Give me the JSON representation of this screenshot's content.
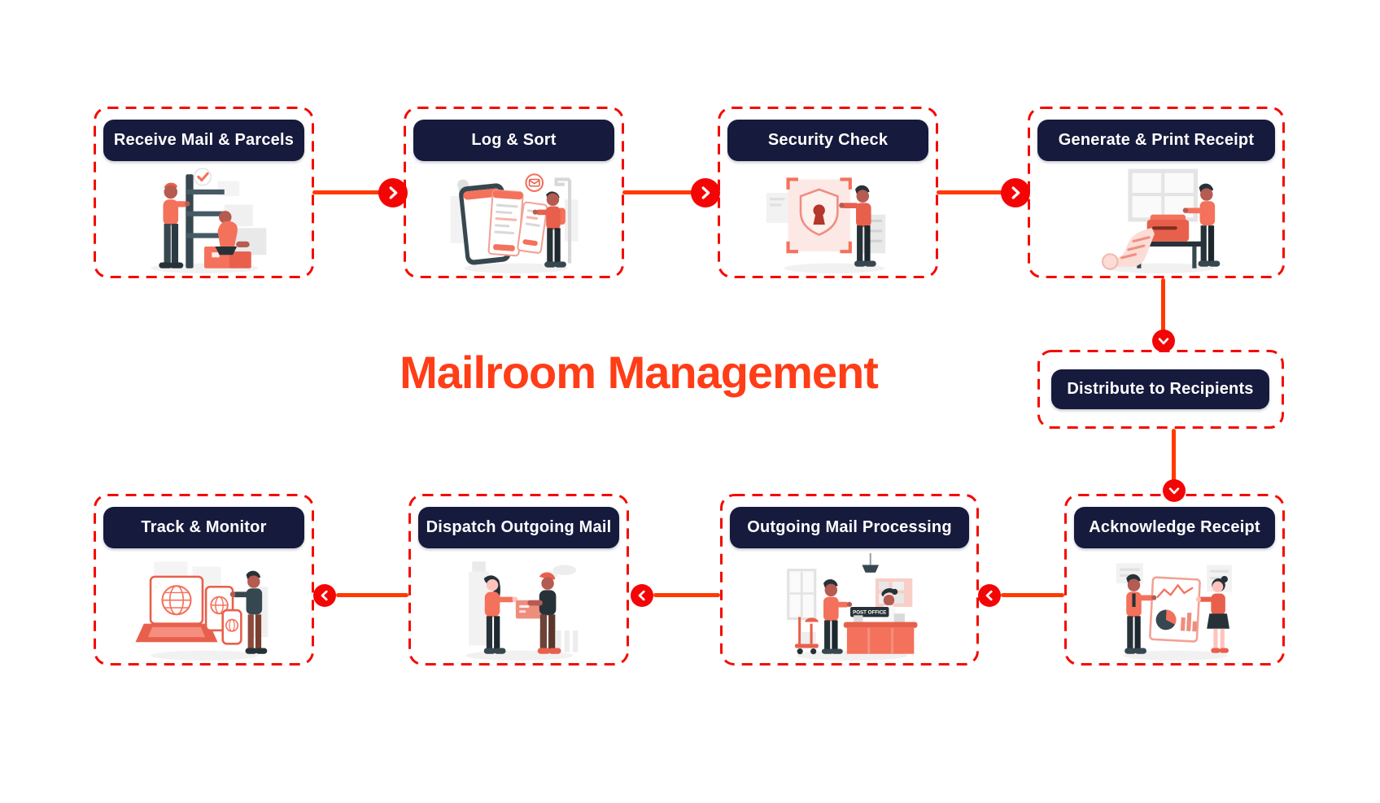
{
  "title": {
    "text": "Mailroom Management"
  },
  "colors": {
    "pill_bg": "#161A3C",
    "pill_text": "#FFFFFF",
    "dash_border": "#F40B00",
    "arrow_line": "#FF3A00",
    "arrow_circle": "#F40505",
    "title_color": "#FF3D17",
    "bg": "#FFFFFF"
  },
  "nodes": [
    {
      "id": "receive",
      "label": "Receive Mail & Parcels",
      "illustration": "workers-stacking-parcels-on-shelf"
    },
    {
      "id": "log-sort",
      "label": "Log & Sort",
      "illustration": "person-logging-receipts-on-phone"
    },
    {
      "id": "security",
      "label": "Security Check",
      "illustration": "man-pointing-at-security-shield-scan"
    },
    {
      "id": "generate",
      "label": "Generate & Print Receipt",
      "illustration": "person-printing-long-receipt"
    },
    {
      "id": "distribute",
      "label": "Distribute to Recipients",
      "illustration": null
    },
    {
      "id": "acknowledge",
      "label": "Acknowledge Receipt",
      "illustration": "two-people-presenting-report-charts"
    },
    {
      "id": "outgoing",
      "label": "Outgoing Mail Processing",
      "illustration": "post-office-counter-scene"
    },
    {
      "id": "dispatch",
      "label": "Dispatch Outgoing Mail",
      "illustration": "courier-handing-package"
    },
    {
      "id": "track",
      "label": "Track & Monitor",
      "illustration": "person-with-tracking-devices"
    }
  ],
  "edges": [
    {
      "from": "receive",
      "to": "log-sort",
      "direction": "right"
    },
    {
      "from": "log-sort",
      "to": "security",
      "direction": "right"
    },
    {
      "from": "security",
      "to": "generate",
      "direction": "right"
    },
    {
      "from": "generate",
      "to": "distribute",
      "direction": "down"
    },
    {
      "from": "distribute",
      "to": "acknowledge",
      "direction": "down"
    },
    {
      "from": "acknowledge",
      "to": "outgoing",
      "direction": "left"
    },
    {
      "from": "outgoing",
      "to": "dispatch",
      "direction": "left"
    },
    {
      "from": "dispatch",
      "to": "track",
      "direction": "left"
    }
  ],
  "illustrations": {
    "outgoing_sign": "POST OFFICE"
  }
}
